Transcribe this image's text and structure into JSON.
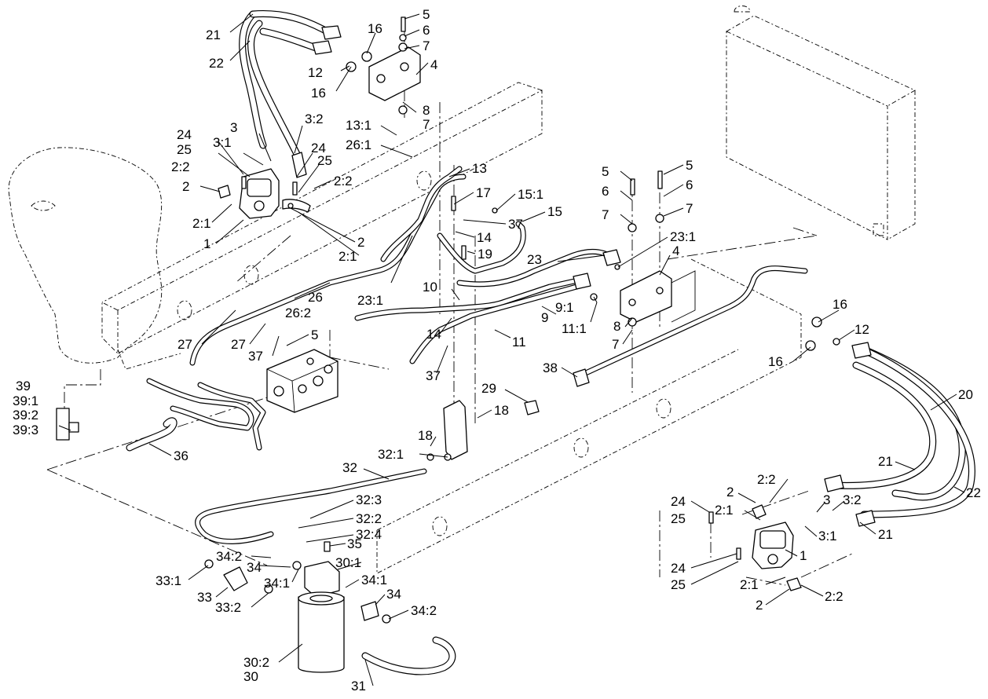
{
  "callouts": [
    {
      "label": "5"
    },
    {
      "label": "6"
    },
    {
      "label": "7"
    },
    {
      "label": "16"
    },
    {
      "label": "21"
    },
    {
      "label": "22"
    },
    {
      "label": "12"
    },
    {
      "label": "16"
    },
    {
      "label": "4"
    },
    {
      "label": "8"
    },
    {
      "label": "7"
    },
    {
      "label": "3"
    },
    {
      "label": "3:2"
    },
    {
      "label": "13:1"
    },
    {
      "label": "24"
    },
    {
      "label": "3:1"
    },
    {
      "label": "25"
    },
    {
      "label": "26:1"
    },
    {
      "label": "24"
    },
    {
      "label": "2:2"
    },
    {
      "label": "25"
    },
    {
      "label": "13"
    },
    {
      "label": "2"
    },
    {
      "label": "2:2"
    },
    {
      "label": "5"
    },
    {
      "label": "5"
    },
    {
      "label": "6"
    },
    {
      "label": "6"
    },
    {
      "label": "17"
    },
    {
      "label": "15:1"
    },
    {
      "label": "2:1"
    },
    {
      "label": "15"
    },
    {
      "label": "7"
    },
    {
      "label": "7"
    },
    {
      "label": "37"
    },
    {
      "label": "1"
    },
    {
      "label": "2"
    },
    {
      "label": "14"
    },
    {
      "label": "23:1"
    },
    {
      "label": "2:1"
    },
    {
      "label": "19"
    },
    {
      "label": "4"
    },
    {
      "label": "23"
    },
    {
      "label": "10"
    },
    {
      "label": "23:1"
    },
    {
      "label": "26"
    },
    {
      "label": "9:1"
    },
    {
      "label": "26:2"
    },
    {
      "label": "9"
    },
    {
      "label": "16"
    },
    {
      "label": "11:1"
    },
    {
      "label": "8"
    },
    {
      "label": "12"
    },
    {
      "label": "14"
    },
    {
      "label": "5"
    },
    {
      "label": "27"
    },
    {
      "label": "7"
    },
    {
      "label": "11"
    },
    {
      "label": "27"
    },
    {
      "label": "16"
    },
    {
      "label": "37"
    },
    {
      "label": "38"
    },
    {
      "label": "37"
    },
    {
      "label": "39"
    },
    {
      "label": "29"
    },
    {
      "label": "20"
    },
    {
      "label": "39:1"
    },
    {
      "label": "39:2"
    },
    {
      "label": "18"
    },
    {
      "label": "39:3"
    },
    {
      "label": "18"
    },
    {
      "label": "36"
    },
    {
      "label": "32:1"
    },
    {
      "label": "32"
    },
    {
      "label": "21"
    },
    {
      "label": "2:2"
    },
    {
      "label": "2"
    },
    {
      "label": "22"
    },
    {
      "label": "32:3"
    },
    {
      "label": "24"
    },
    {
      "label": "2:1"
    },
    {
      "label": "3"
    },
    {
      "label": "3:2"
    },
    {
      "label": "32:2"
    },
    {
      "label": "25"
    },
    {
      "label": "3:1"
    },
    {
      "label": "21"
    },
    {
      "label": "32:4"
    },
    {
      "label": "35"
    },
    {
      "label": "34:2"
    },
    {
      "label": "30:1"
    },
    {
      "label": "1"
    },
    {
      "label": "34"
    },
    {
      "label": "24"
    },
    {
      "label": "33:1"
    },
    {
      "label": "34:1"
    },
    {
      "label": "34:1"
    },
    {
      "label": "25"
    },
    {
      "label": "2:1"
    },
    {
      "label": "33"
    },
    {
      "label": "34"
    },
    {
      "label": "2:2"
    },
    {
      "label": "33:2"
    },
    {
      "label": "2"
    },
    {
      "label": "34:2"
    },
    {
      "label": "30:2"
    },
    {
      "label": "30"
    },
    {
      "label": "31"
    }
  ]
}
